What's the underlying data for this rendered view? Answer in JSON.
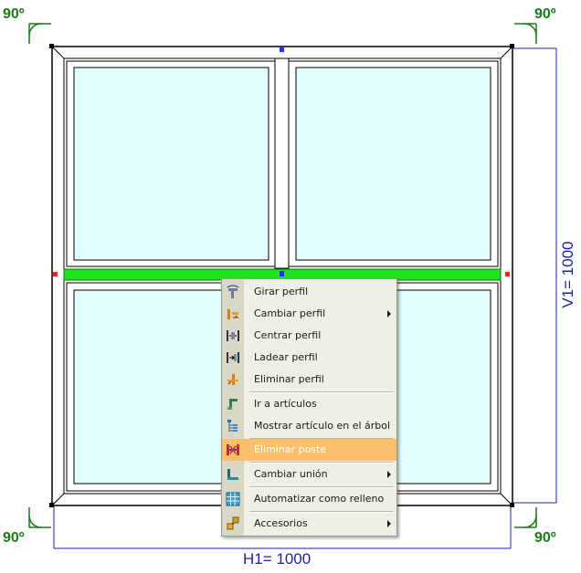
{
  "angles": {
    "top_left": "90º",
    "top_right": "90º",
    "bottom_left": "90º",
    "bottom_right": "90º"
  },
  "dimensions": {
    "horizontal": "H1= 1000",
    "vertical": "V1= 1000"
  },
  "colors": {
    "glass": "#e0fcfc",
    "selected_profile": "#22e022",
    "menu_highlight": "#fbbf6b",
    "dimension": "#1f1fa0",
    "angle": "#1a7a1a"
  },
  "context_menu": {
    "items": [
      {
        "label": "Girar perfil",
        "icon": "rotate-profile-icon",
        "submenu": false
      },
      {
        "label": "Cambiar perfil",
        "icon": "change-profile-icon",
        "submenu": true
      },
      {
        "label": "Centrar perfil",
        "icon": "center-profile-icon",
        "submenu": false
      },
      {
        "label": "Ladear perfil",
        "icon": "tilt-profile-icon",
        "submenu": false
      },
      {
        "label": "Eliminar perfil",
        "icon": "delete-profile-icon",
        "submenu": false
      },
      {
        "label": "Ir a artículos",
        "icon": "go-to-articles-icon",
        "submenu": false
      },
      {
        "label": "Mostrar artículo en el árbol",
        "icon": "tree-icon",
        "submenu": false
      },
      {
        "label": "Eliminar poste",
        "icon": "delete-mullion-icon",
        "submenu": false,
        "highlighted": true
      },
      {
        "label": "Cambiar unión",
        "icon": "change-joint-icon",
        "submenu": true
      },
      {
        "label": "Automatizar como relleno",
        "icon": "grid-fill-icon",
        "submenu": false
      },
      {
        "label": "Accesorios",
        "icon": "accessories-icon",
        "submenu": true
      }
    ]
  }
}
